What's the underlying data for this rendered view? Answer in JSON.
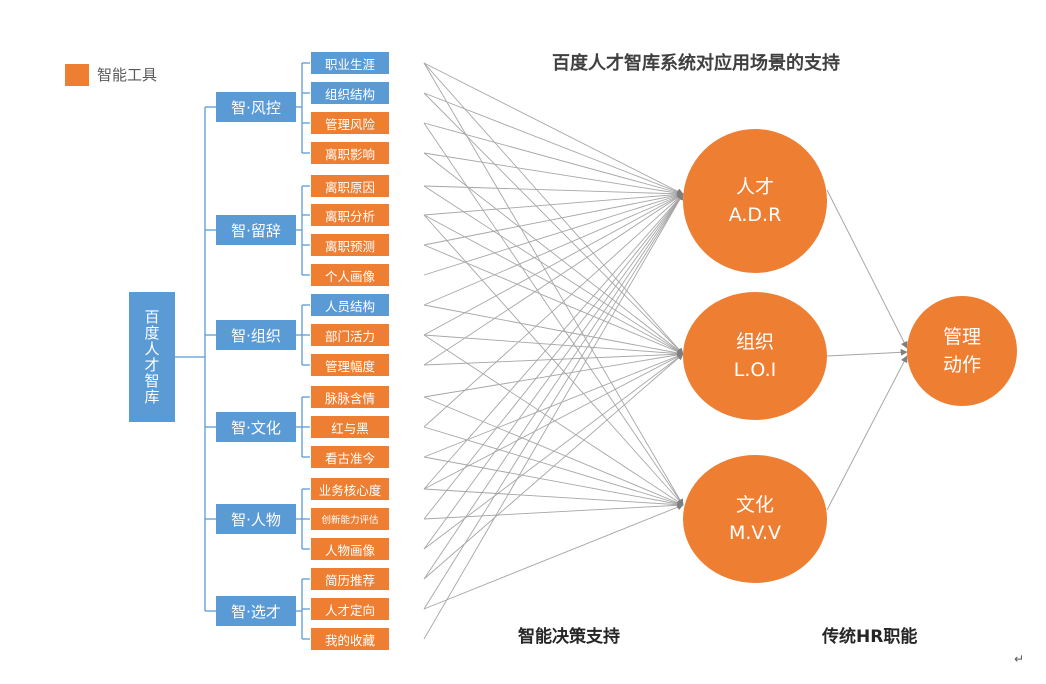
{
  "title": "百度人才智库系统对应用场景的支持",
  "legend": {
    "label": "智能工具",
    "color": "#ee7e32"
  },
  "root": {
    "label": "百度人才智库"
  },
  "categories": [
    {
      "label": "智·风控",
      "tools": [
        "职业生涯",
        "组织结构",
        "管理风险",
        "离职影响"
      ]
    },
    {
      "label": "智·留辞",
      "tools": [
        "离职原因",
        "离职分析",
        "离职预测",
        "个人画像"
      ]
    },
    {
      "label": "智·组织",
      "tools": [
        "人员结构",
        "部门活力",
        "管理幅度"
      ]
    },
    {
      "label": "智·文化",
      "tools": [
        "脉脉含情",
        "红与黑",
        "看古准今"
      ]
    },
    {
      "label": "智·人物",
      "tools": [
        "业务核心度",
        "创新能力评估",
        "人物画像"
      ]
    },
    {
      "label": "智·选才",
      "tools": [
        "简历推荐",
        "人才定向",
        "我的收藏"
      ]
    }
  ],
  "circles": [
    {
      "line1": "人才",
      "line2": "A.D.R"
    },
    {
      "line1": "组织",
      "line2": "L.O.I"
    },
    {
      "line1": "文化",
      "line2": "M.V.V"
    }
  ],
  "target": {
    "line1": "管理",
    "line2": "动作"
  },
  "footer": {
    "left": "智能决策支持",
    "right": "传统HR职能"
  },
  "corner_mark": "↵",
  "colors": {
    "blue": "#5b9bd5",
    "orange": "#ee7e32",
    "line": "#a6a6a6"
  }
}
